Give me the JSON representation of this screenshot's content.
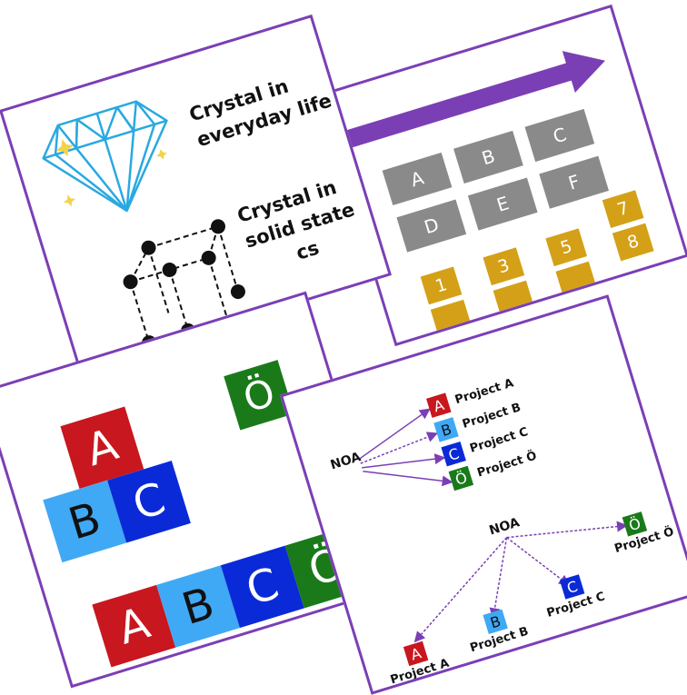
{
  "colors": {
    "frame": "#7a3fb5",
    "arrow": "#7a3fb5",
    "diamond": "#29a9e1",
    "sparkle": "#f3d34a",
    "grey_tile": "#8a8a8a",
    "gold_tile": "#d4a017",
    "red": "#c8171e",
    "light_blue": "#3fa9f5",
    "blue": "#0a2ad8",
    "green": "#1a7a1a"
  },
  "card_crystal": {
    "caption1_line1": "Crystal in",
    "caption1_line2": "everyday life",
    "caption2_line1": "Crystal in",
    "caption2_line2": "solid state",
    "caption2_line3": "cs",
    "icons": [
      "diamond-icon",
      "lattice-icon"
    ]
  },
  "card_grid": {
    "grey_tiles": [
      "A",
      "B",
      "C",
      "D",
      "E",
      "F"
    ],
    "gold_tiles": [
      "1",
      "3",
      "5",
      "7",
      "8"
    ]
  },
  "card_blocks": {
    "stack": [
      "A",
      "B",
      "C"
    ],
    "single": "Ö",
    "row": [
      "A",
      "B",
      "C",
      "Ö"
    ]
  },
  "card_noa": {
    "source_top": "NOA",
    "source_bottom": "NOA",
    "projects": [
      {
        "letter": "A",
        "label": "Project A"
      },
      {
        "letter": "B",
        "label": "Project B"
      },
      {
        "letter": "C",
        "label": "Project C"
      },
      {
        "letter": "Ö",
        "label": "Project Ö"
      }
    ]
  }
}
